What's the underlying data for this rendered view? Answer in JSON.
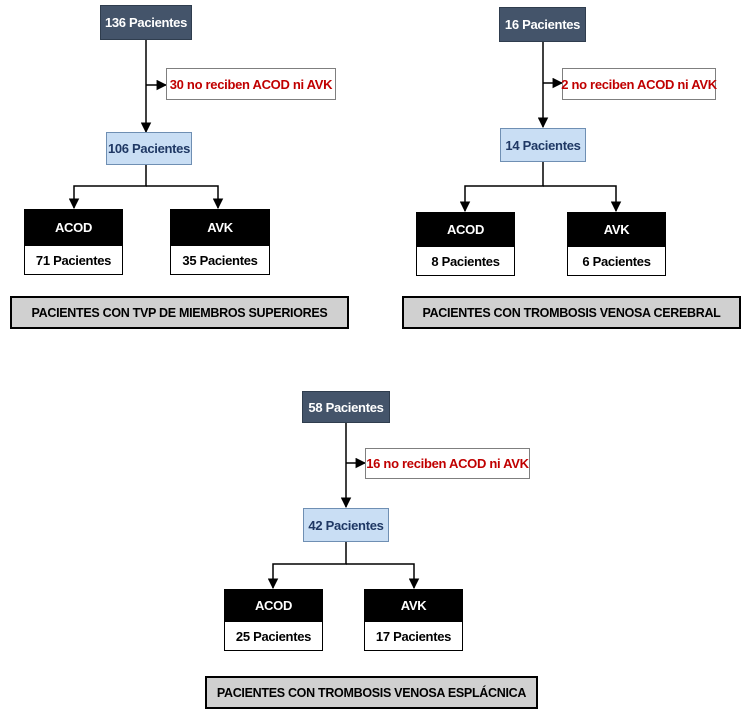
{
  "groups": [
    {
      "start": "136 Pacientes",
      "excluded": "30 no reciben ACOD ni AVK",
      "remaining": "106 Pacientes",
      "acod_label": "ACOD",
      "acod_count": "71 Pacientes",
      "avk_label": "AVK",
      "avk_count": "35 Pacientes",
      "title": "PACIENTES CON TVP DE MIEMBROS SUPERIORES"
    },
    {
      "start": "16 Pacientes",
      "excluded": "2 no reciben ACOD ni AVK",
      "remaining": "14 Pacientes",
      "acod_label": "ACOD",
      "acod_count": "8 Pacientes",
      "avk_label": "AVK",
      "avk_count": "6 Pacientes",
      "title": "PACIENTES CON TROMBOSIS VENOSA CEREBRAL"
    },
    {
      "start": "58 Pacientes",
      "excluded": "16 no reciben ACOD ni AVK",
      "remaining": "42 Pacientes",
      "acod_label": "ACOD",
      "acod_count": "25 Pacientes",
      "avk_label": "AVK",
      "avk_count": "17 Pacientes",
      "title": "PACIENTES CON TROMBOSIS VENOSA ESPLÁCNICA"
    }
  ],
  "colors": {
    "start_fill": "#44546a",
    "remaining_fill": "#c9def4",
    "excluded_text": "#c00000",
    "header_fill": "#000000",
    "title_fill": "#d0d0d0"
  }
}
